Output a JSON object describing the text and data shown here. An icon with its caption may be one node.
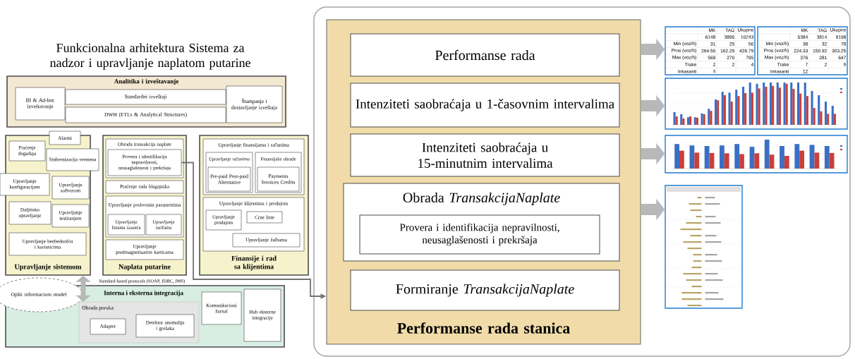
{
  "diagram": {
    "title": "Funkcionalna arhitektura Sistema za nadzor i upravljanje naplatom putarine",
    "nodes": [
      {
        "text": [
          "Analitika i izveštavanje"
        ]
      },
      {
        "text": [
          "BI & Ad-hoc izveštavanje"
        ],
        "in": 0
      },
      {
        "text": [
          "Standardni izveštaji"
        ],
        "in": 0
      },
      {
        "text": [
          "DWH (ETLs & Analytical Structures)"
        ],
        "in": 0
      },
      {
        "text": [
          "Štampanje i dostavljanje izveštaja"
        ],
        "in": 0
      },
      {
        "text": [
          "Upravljanje sistemom"
        ]
      },
      {
        "text": [
          "Praćenje događaja"
        ],
        "in": 5
      },
      {
        "text": [
          "Alarmi"
        ]
      },
      {
        "text": [
          "Sinhronizacija vremena"
        ]
      },
      {
        "text": [
          "Upravljanje konfiguracijom"
        ]
      },
      {
        "text": [
          "Upravljanje softverom"
        ],
        "in": 5
      },
      {
        "text": [
          "Daljinsko upravljanje"
        ],
        "in": 5
      },
      {
        "text": [
          "Upravljanje testiranjem"
        ],
        "in": 5
      },
      {
        "text": [
          "Upravljanje bezbednošću i korisnicima"
        ],
        "in": 5
      },
      {
        "text": [
          "Naplata putarine"
        ]
      },
      {
        "text": [
          "Obrada transakcija naplate"
        ],
        "in": 14
      },
      {
        "text": [
          "Provera i identifikacija nepravilnosti, neusaglašenosti i prekršaja"
        ],
        "in": 15
      },
      {
        "text": [
          "Praćenje rada blagajnika"
        ],
        "in": 14
      },
      {
        "text": [
          "Upravljanje poslovnim parametrima"
        ],
        "in": 14
      },
      {
        "text": [
          "Upravljanje listama izuzeća"
        ],
        "in": 18
      },
      {
        "text": [
          "Upravljanje tarifama"
        ],
        "in": 18
      },
      {
        "text": [
          "Upravljanje predmagnetisanim karticama"
        ],
        "in": 14
      },
      {
        "text": [
          "Finansije i rad sa klijentima"
        ]
      },
      {
        "text": [
          "Upravljanje finansijama i računima"
        ],
        "in": 22
      },
      {
        "text": [
          "Upravljanje računima"
        ],
        "in": 23
      },
      {
        "text": [
          "Pre-paid Post-paid Alternative"
        ],
        "in": 24
      },
      {
        "text": [
          "Finansijske obrade"
        ],
        "in": 23
      },
      {
        "text": [
          "Payments Invoices Credits"
        ],
        "in": 26
      },
      {
        "text": [
          "Upravljanje klijentima i prodajom"
        ],
        "in": 22
      },
      {
        "text": [
          "Upravljanje prodajom"
        ],
        "in": 28
      },
      {
        "text": [
          "Crne liste"
        ],
        "in": 28
      },
      {
        "text": [
          "Upravljanje žalbama"
        ],
        "in": 28
      },
      {
        "text": [
          "Opšti informacioni model"
        ]
      },
      {
        "text": [
          "Interna i eksterna integracija"
        ]
      },
      {
        "text": [
          "Obrada poruka"
        ],
        "in": 33
      },
      {
        "text": [
          "Adapter"
        ],
        "in": 34
      },
      {
        "text": [
          "Detektor anomalija i grešaka"
        ],
        "in": 34
      },
      {
        "text": [
          "Komunikacioni žurnal"
        ],
        "in": 33
      },
      {
        "text": [
          "Hub eksterne integracije"
        ],
        "in": 33
      },
      {
        "text": [
          "Performanse rada stanica"
        ]
      },
      {
        "text": [
          "Performanse rada"
        ],
        "in": 39
      },
      {
        "text": [
          "Intenziteti saobraćaja u 1-časovnim intervalima"
        ],
        "in": 39
      },
      {
        "text": [
          "Intenziteti saobraćaja u 15-minutnim intervalima"
        ],
        "in": 39
      },
      {
        "text": [
          "Obrada *TransakcijaNaplate*"
        ],
        "in": 39
      },
      {
        "text": [
          "Provera i identifikacija nepravilnosti, neusaglašenosti i prekršaja"
        ],
        "in": 43
      },
      {
        "text": [
          "Formiranje *TransakcijaNaplate*"
        ],
        "in": 39
      },
      {
        "text": [],
        "shape": "box"
      },
      {
        "text": [],
        "shape": "box"
      },
      {
        "text": [],
        "shape": "picture"
      },
      {
        "text": [],
        "shape": "picture"
      },
      {
        "text": [],
        "shape": "picture"
      }
    ],
    "edges": [
      {
        "from": 39,
        "to": 46,
        "arrow": "to"
      },
      {
        "from": 39,
        "to": 48,
        "arrow": "to"
      },
      {
        "from": 39,
        "to": 49,
        "arrow": "to"
      },
      {
        "from": 39,
        "to": 50,
        "arrow": "to"
      },
      {
        "from": 16,
        "to": 39,
        "arrow": "to"
      },
      {
        "from": 5,
        "to": 34,
        "arrow": "both"
      }
    ],
    "labels": [
      "Standard-based protocols (SOAP, JDBC, JMS)",
      "MK",
      "TAG",
      "Ukupno",
      "6148",
      "3895",
      "10243",
      "Min (voz/h)",
      "31",
      "25",
      "56",
      "Pros (voz/h)",
      "264.50",
      "162.29",
      "426.79",
      "Max (voz/h)",
      "569",
      "270",
      "795",
      "Trake",
      "2",
      "2",
      "4",
      "Inkasanti",
      "4",
      "MK",
      "TAG",
      "Ukupno",
      "5384",
      "3814",
      "9198",
      "Min (voz/h)",
      "38",
      "32",
      "78",
      "Pros (voz/h)",
      "224.33",
      "158.92",
      "383.25",
      "Max (voz/h)",
      "376",
      "281",
      "647",
      "Trake",
      "7",
      "2",
      "9",
      "Inkasanti",
      "12"
    ]
  }
}
